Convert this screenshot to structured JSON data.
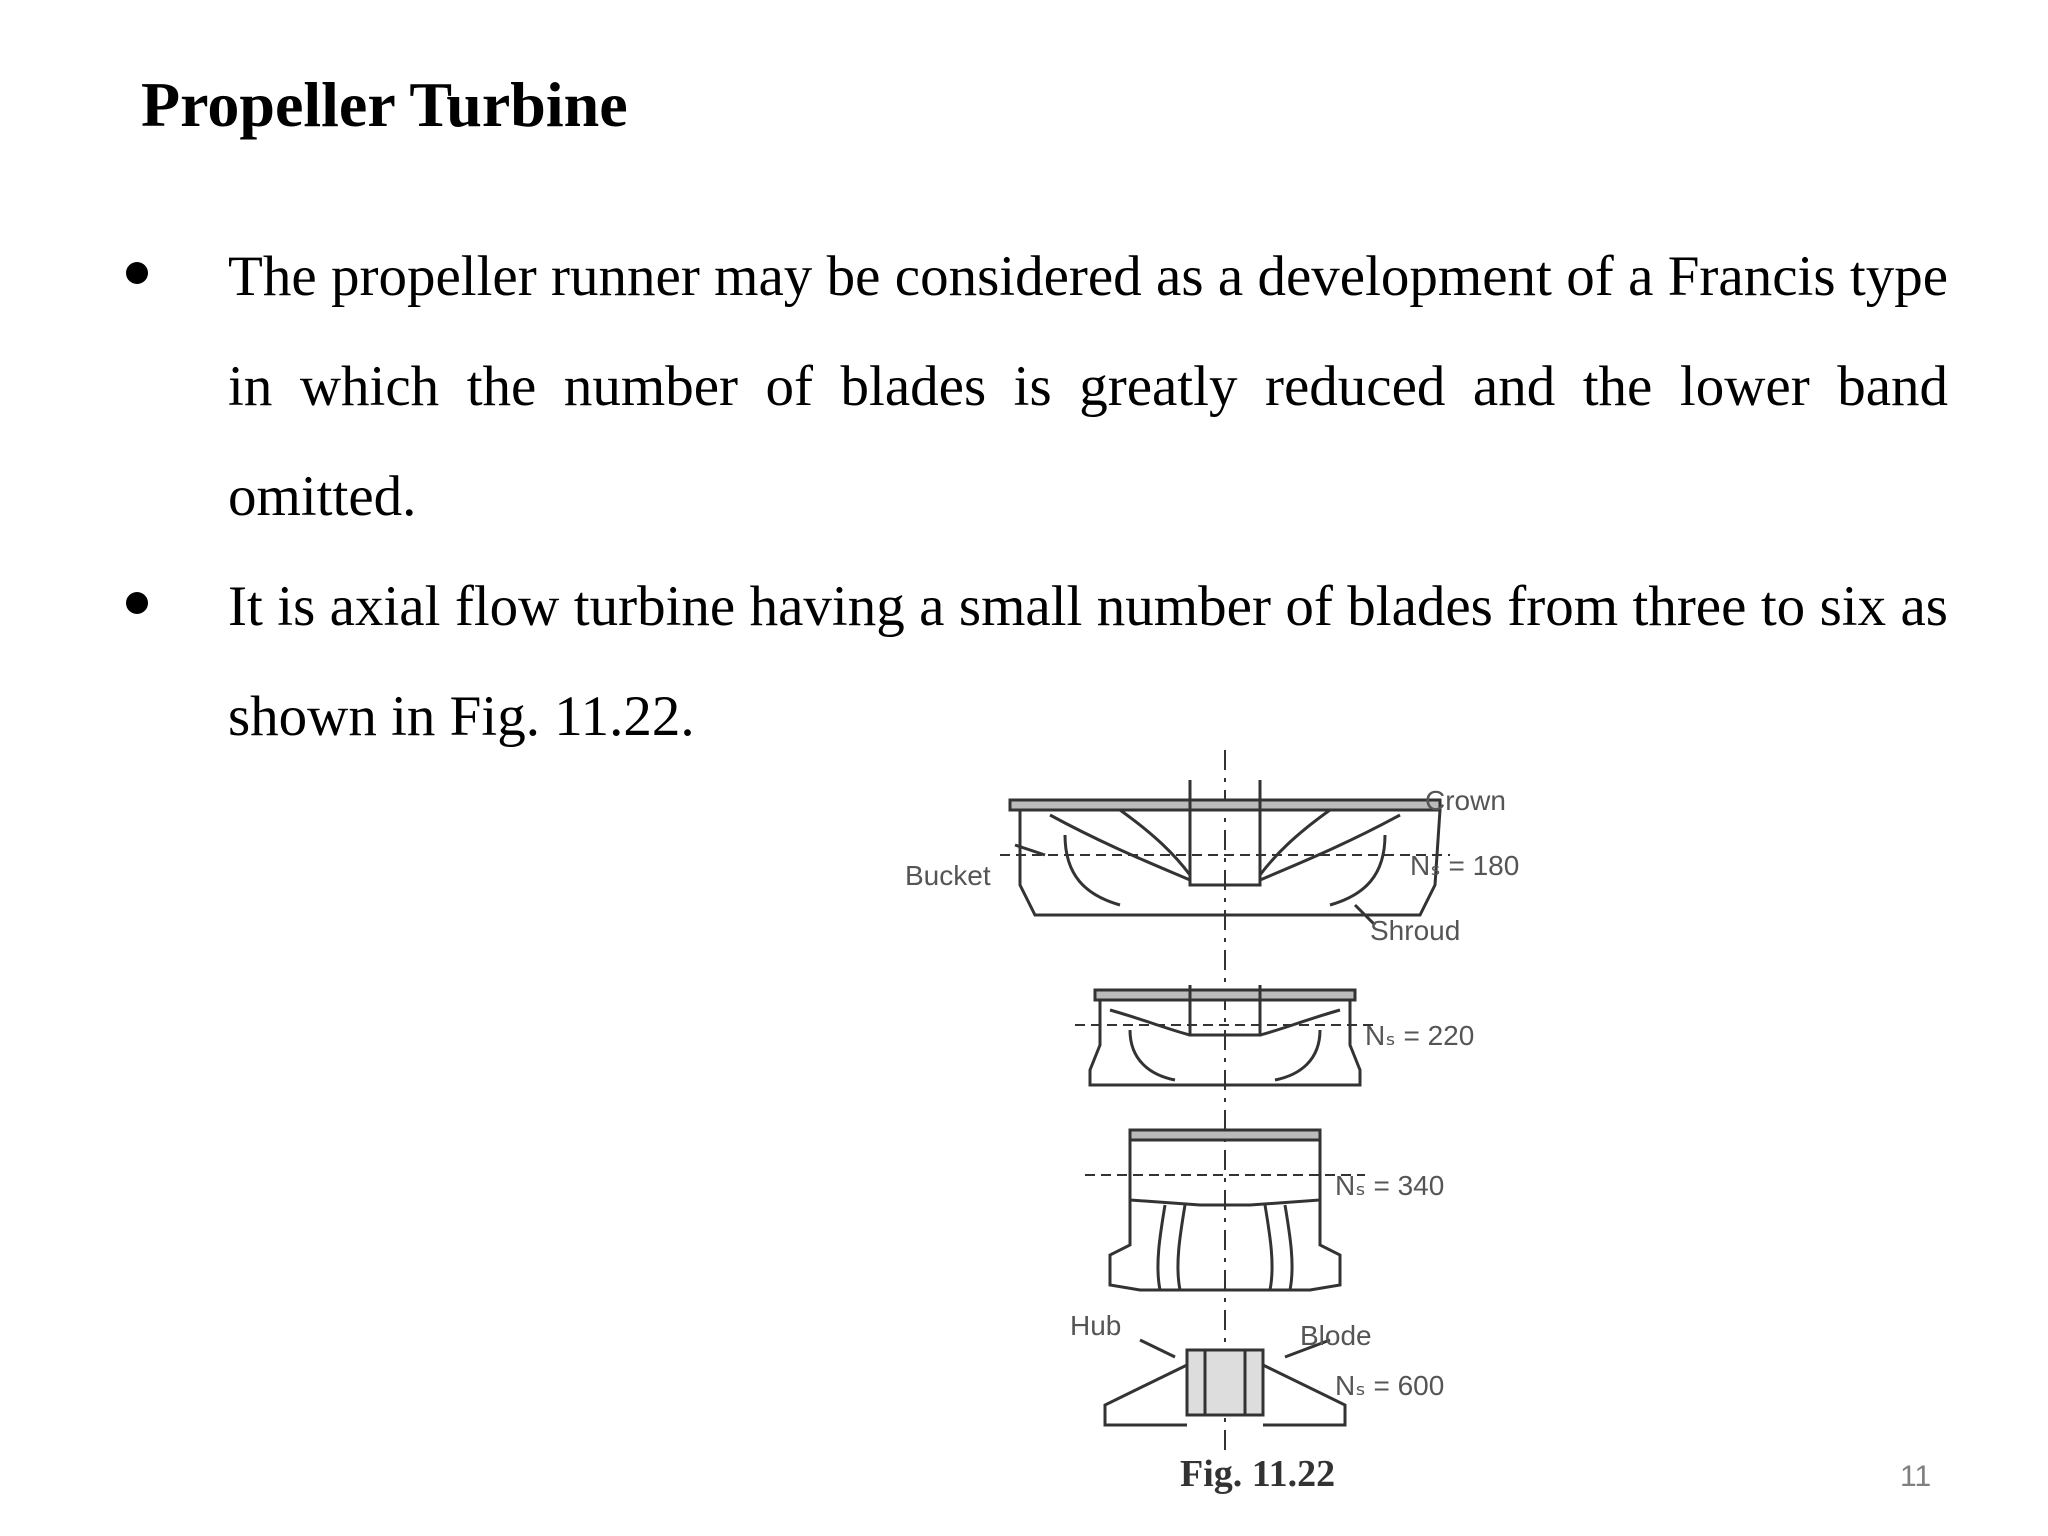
{
  "slide": {
    "title": "Propeller Turbine",
    "bullets": [
      "The propeller runner may be considered as a development of a Francis type in which the number of blades is greatly reduced and the lower band omitted.",
      "It is axial flow turbine having a small number of blades from three to six as shown in Fig. 11.22."
    ],
    "page_number": "11"
  },
  "figure": {
    "caption": "Fig. 11.22",
    "labels": {
      "crown": "Crown",
      "bucket": "Bucket",
      "shroud": "Shroud",
      "hub": "Hub",
      "blade": "Blode",
      "ns_180": "Nₛ = 180",
      "ns_220": "Nₛ = 220",
      "ns_340": "Nₛ = 340",
      "ns_600": "Nₛ = 600"
    }
  }
}
